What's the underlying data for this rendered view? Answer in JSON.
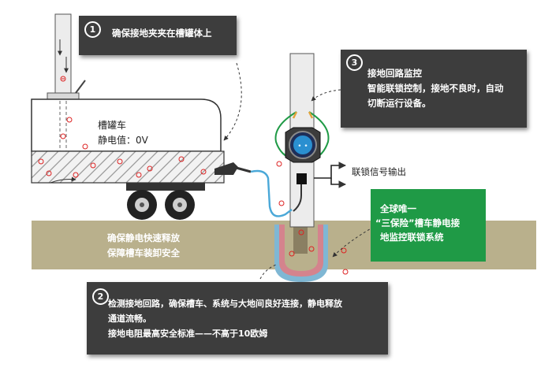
{
  "callouts": [
    {
      "num": "1",
      "lines": [
        "确保接地夹夹在槽罐体上"
      ]
    },
    {
      "num": "2",
      "lines": [
        "检测接地回路，确保槽车、系统与大地间良好连接，静电释放",
        "通道流畅。",
        "接地电阻最高安全标准——不高于10欧姆"
      ]
    },
    {
      "num": "3",
      "lines": [
        "接地回路监控",
        "智能联锁控制，接地不良时，自动",
        "切断运行设备。"
      ]
    }
  ],
  "tanker": {
    "name": "槽罐车",
    "static_value": "静电值：0V"
  },
  "ground": {
    "line1": "确保静电快速释放",
    "line2": "保障槽车装卸安全"
  },
  "green_box": {
    "line1": "全球唯一",
    "line2": "“三保险”槽车静电接",
    "line3": "地监控联锁系统"
  },
  "output_label": "联锁信号输出",
  "colors": {
    "callout_bg": "#3d3d3d",
    "green": "#1f9a46",
    "ground_fill": "#b9b08c",
    "cable": "#4aa8d8"
  }
}
